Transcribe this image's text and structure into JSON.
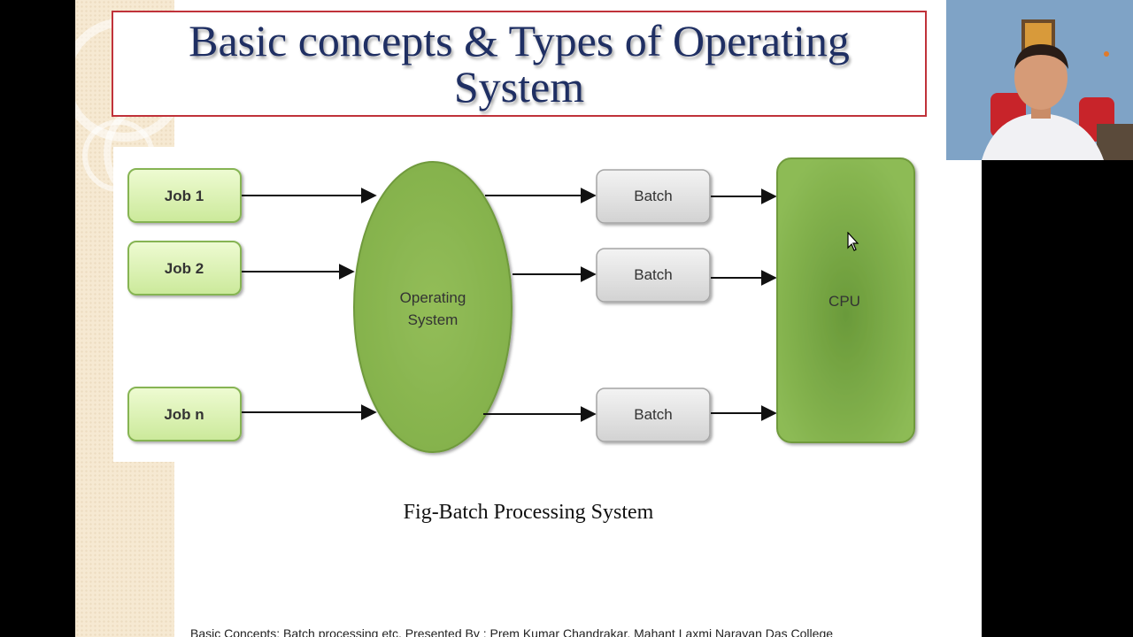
{
  "slide": {
    "title": "Basic concepts & Types of Operating System",
    "caption": "Fig-Batch Processing System",
    "footer": "Basic Concepts: Batch processing etc.   Presented By :   Prem Kumar Chandrakar, Mahant Laxmi Narayan  Das College"
  },
  "diagram": {
    "jobs": [
      "Job 1",
      "Job 2",
      "Job n"
    ],
    "os_label": [
      "Operating",
      "System"
    ],
    "batches": [
      "Batch",
      "Batch",
      "Batch"
    ],
    "cpu_label": "CPU"
  },
  "colors": {
    "job_fill": "#dcf3b0",
    "job_stroke": "#7fb04a",
    "os_fill": "#8db850",
    "batch_fill": "#e4e4e4",
    "cpu_fill": "#86b34e",
    "title_border": "#c0323a",
    "title_text": "#1f2f63"
  }
}
